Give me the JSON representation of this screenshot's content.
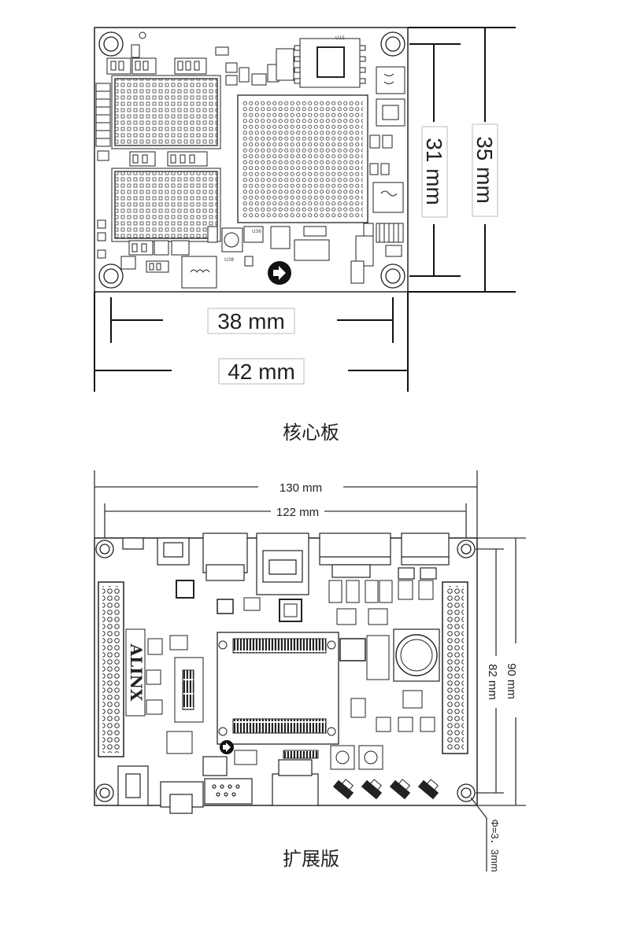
{
  "core_board": {
    "caption": "核心板",
    "dim_width_inner": "38 mm",
    "dim_width_outer": "42 mm",
    "dim_height_inner": "31 mm",
    "dim_height_outer": "35 mm",
    "chip_labels": [
      "U15",
      "U36",
      "U38"
    ]
  },
  "expansion_board": {
    "caption": "扩展版",
    "dim_width_outer": "130 mm",
    "dim_width_inner": "122 mm",
    "dim_height_outer": "90 mm",
    "dim_height_inner": "82 mm",
    "hole_diameter": "Φ=3．3mm",
    "brand_text": "ALINX"
  }
}
